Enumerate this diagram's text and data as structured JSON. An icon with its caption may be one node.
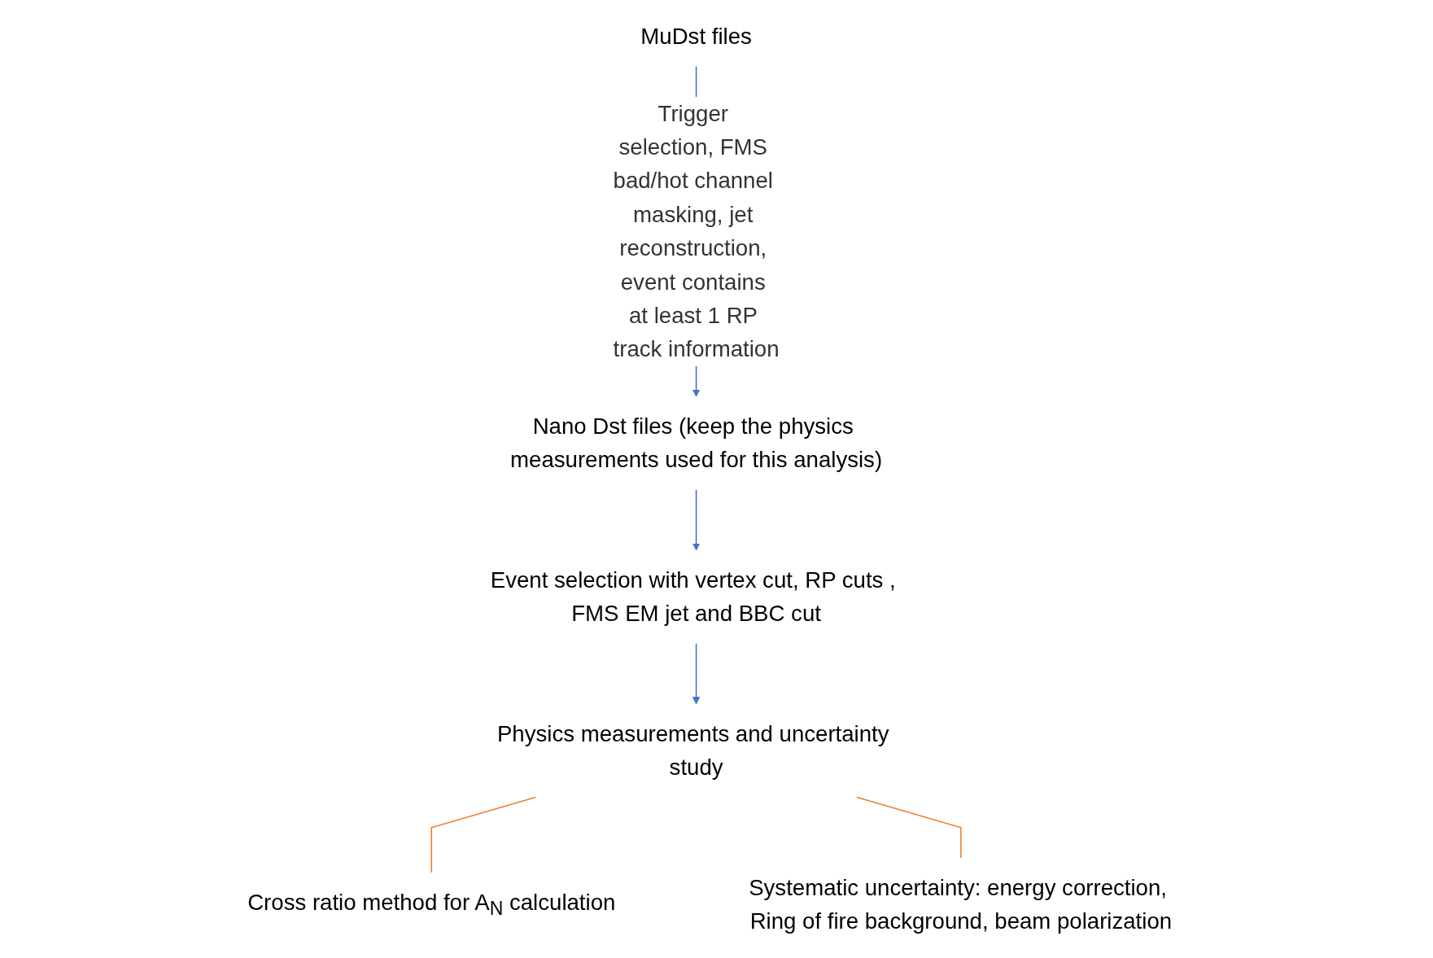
{
  "diagram": {
    "nodes": [
      {
        "text": [
          "MuDst files"
        ]
      },
      {
        "text": [
          "Nano Dst files (keep the physics measurements used for this analysis)"
        ]
      },
      {
        "text": [
          "Event selection with vertex cut, RP cuts , FMS EM jet and BBC cut"
        ]
      },
      {
        "text": [
          "Physics measurements and uncertainty study"
        ]
      },
      {
        "text": [
          "Cross ratio method for A$_{N}$ calculation"
        ]
      },
      {
        "text": [
          "Systematic uncertainty: energy correction, Ring of fire background, beam polarization"
        ]
      }
    ],
    "edges": [
      {
        "from": 0,
        "to": 1,
        "arrow": "to",
        "label": "Trigger selection, FMS bad/hot channel masking, jet reconstruction, event contains at least 1 RP track information"
      },
      {
        "from": 1,
        "to": 2,
        "arrow": "to"
      },
      {
        "from": 2,
        "to": 3,
        "arrow": "to"
      },
      {
        "from": 3,
        "to": 4,
        "arrow": "none",
        "color": "#ed7d31"
      },
      {
        "from": 3,
        "to": 5,
        "arrow": "none",
        "color": "#ed7d31"
      }
    ]
  }
}
